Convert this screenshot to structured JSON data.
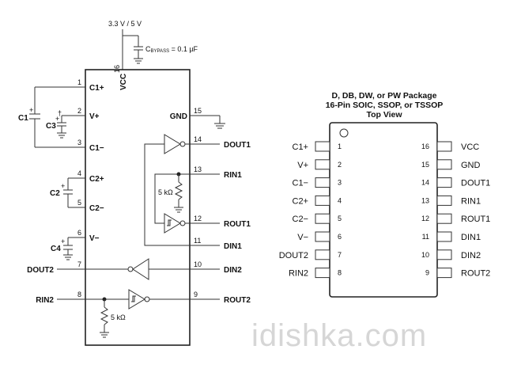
{
  "supply": {
    "label": "3.3 V / 5 V",
    "bypass_label": "C",
    "bypass_sub": "BYPASS",
    "bypass_value": " = 0.1 µF"
  },
  "chip": {
    "vcc_label": "VCC",
    "vcc_pin": "16",
    "left_pins": [
      {
        "num": "1",
        "name": "C1+"
      },
      {
        "num": "2",
        "name": "V+"
      },
      {
        "num": "3",
        "name": "C1−"
      },
      {
        "num": "4",
        "name": "C2+"
      },
      {
        "num": "5",
        "name": "C2−"
      },
      {
        "num": "6",
        "name": "V−"
      },
      {
        "num": "7",
        "name": ""
      },
      {
        "num": "8",
        "name": ""
      }
    ],
    "right_pins": [
      {
        "num": "15",
        "name": "GND"
      },
      {
        "num": "14",
        "name": ""
      },
      {
        "num": "13",
        "name": ""
      },
      {
        "num": "12",
        "name": ""
      },
      {
        "num": "11",
        "name": ""
      },
      {
        "num": "10",
        "name": ""
      },
      {
        "num": "9",
        "name": ""
      }
    ],
    "capacitors": {
      "c1": "C1",
      "c2": "C2",
      "c3": "C3",
      "c4": "C4",
      "plus": "+",
      "dagger": "†"
    },
    "signals": {
      "dout1": "DOUT1",
      "rin1": "RIN1",
      "rout1": "ROUT1",
      "din1": "DIN1",
      "din2": "DIN2",
      "dout2": "DOUT2",
      "rin2": "RIN2",
      "rout2": "ROUT2"
    },
    "resistor_label": "5 kΩ"
  },
  "package": {
    "title_line1": "D, DB, DW, or PW Package",
    "title_line2": "16-Pin SOIC, SSOP, or TSSOP",
    "title_line3": "Top View",
    "left": [
      {
        "num": "1",
        "name": "C1+"
      },
      {
        "num": "2",
        "name": "V+"
      },
      {
        "num": "3",
        "name": "C1−"
      },
      {
        "num": "4",
        "name": "C2+"
      },
      {
        "num": "5",
        "name": "C2−"
      },
      {
        "num": "6",
        "name": "V−"
      },
      {
        "num": "7",
        "name": "DOUT2"
      },
      {
        "num": "8",
        "name": "RIN2"
      }
    ],
    "right": [
      {
        "num": "16",
        "name": "VCC"
      },
      {
        "num": "15",
        "name": "GND"
      },
      {
        "num": "14",
        "name": "DOUT1"
      },
      {
        "num": "13",
        "name": "RIN1"
      },
      {
        "num": "12",
        "name": "ROUT1"
      },
      {
        "num": "11",
        "name": "DIN1"
      },
      {
        "num": "10",
        "name": "DIN2"
      },
      {
        "num": "9",
        "name": "ROUT2"
      }
    ]
  },
  "watermark": "idishka.com"
}
